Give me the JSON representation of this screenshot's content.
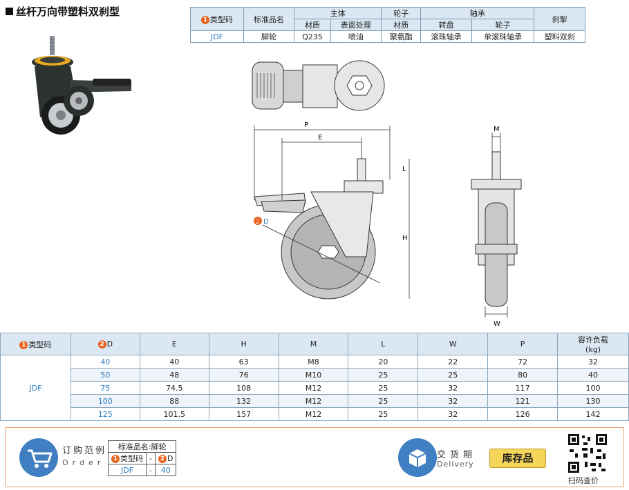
{
  "title": "丝杆万向带塑料双刹型",
  "spec_table": {
    "headers_top": [
      "类型码",
      "标准品名",
      "主体",
      "轮子",
      "轴承",
      "刹掣"
    ],
    "headers_sub": [
      "材质",
      "表面处理",
      "材质",
      "转盘",
      "轮子"
    ],
    "badge_type": "1",
    "row": [
      "JDF",
      "脚轮",
      "Q235",
      "喷油",
      "聚氨酯",
      "滚珠轴承",
      "单滚珠轴承",
      "塑料双刹"
    ]
  },
  "drawing_labels": {
    "P": "P",
    "E": "E",
    "L": "L",
    "H": "H",
    "D": "D",
    "M": "M",
    "W": "W",
    "badge_d": "2"
  },
  "dims_table": {
    "headers": [
      "类型码",
      "D",
      "E",
      "H",
      "M",
      "L",
      "W",
      "P",
      "容许负载",
      "(kg)"
    ],
    "badge_type": "1",
    "badge_d": "2",
    "type": "JDF",
    "rows": [
      [
        "40",
        "40",
        "63",
        "M8",
        "20",
        "22",
        "72",
        "32"
      ],
      [
        "50",
        "48",
        "76",
        "M10",
        "25",
        "25",
        "80",
        "40"
      ],
      [
        "75",
        "74.5",
        "108",
        "M12",
        "25",
        "32",
        "117",
        "100"
      ],
      [
        "100",
        "88",
        "132",
        "M12",
        "25",
        "32",
        "121",
        "130"
      ],
      [
        "125",
        "101.5",
        "157",
        "M12",
        "25",
        "32",
        "126",
        "142"
      ]
    ]
  },
  "footer": {
    "order_label": "订购范例",
    "order_sub": "Order",
    "order_name_label": "标准品名:脚轮",
    "order_type_label": "类型码",
    "order_dash": "-",
    "order_d_label": "D",
    "order_type": "JDF",
    "order_d": "40",
    "badge_type": "1",
    "badge_d": "2",
    "delivery_label": "交货期",
    "delivery_sub": "Delivery",
    "stock": "库存品",
    "qr_label": "扫码查价"
  },
  "colors": {
    "accent_blue": "#2a7bc0",
    "badge_orange": "#e8631e",
    "header_bg": "#dbe8f3",
    "stock_yellow": "#f5d65a"
  }
}
